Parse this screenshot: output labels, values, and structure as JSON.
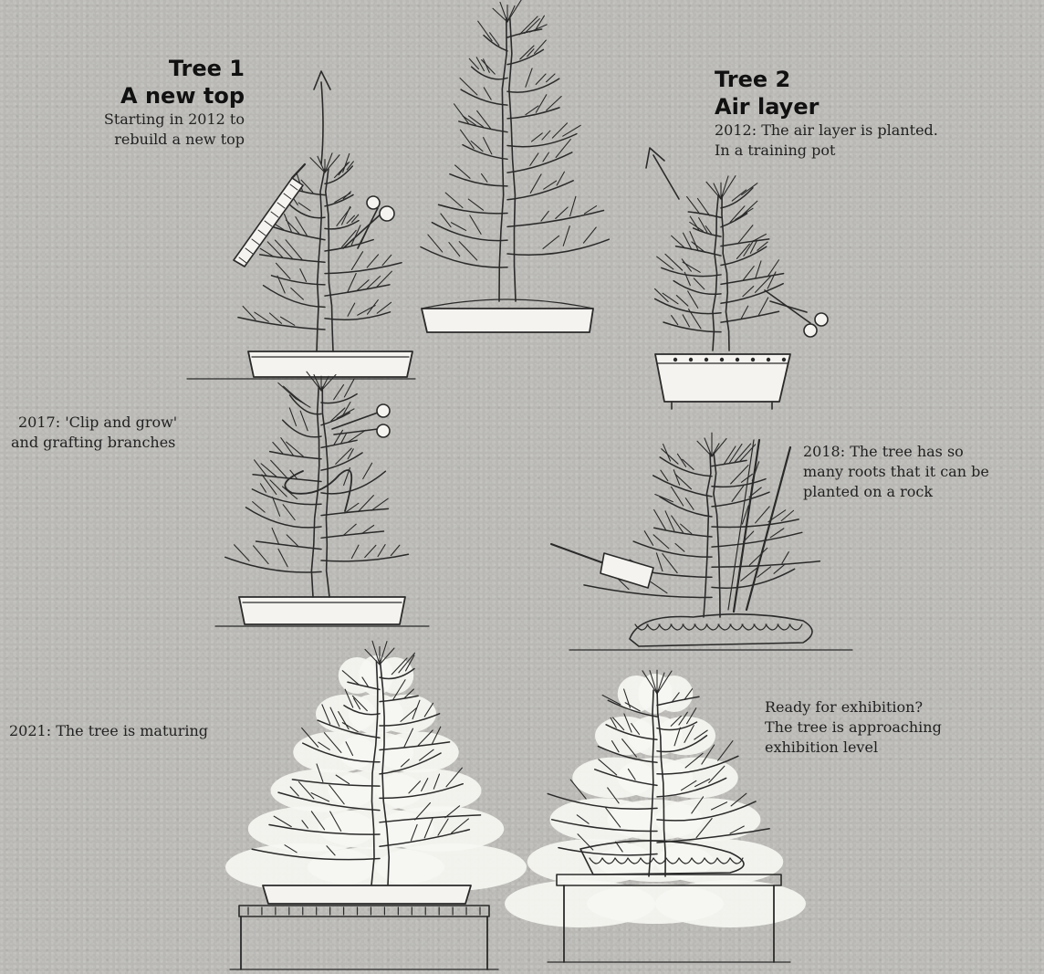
{
  "tree1": {
    "title": "Tree 1",
    "subtitle": "A new top",
    "caption_lines": [
      "Starting in 2012 to",
      "rebuild a new top"
    ]
  },
  "tree2": {
    "title": "Tree 2",
    "subtitle": "Air layer",
    "caption_lines": [
      "2012:  The air layer is planted.",
      "In a training pot"
    ]
  },
  "stage_2017": {
    "lines": [
      "2017: 'Clip and grow'",
      "and grafting branches"
    ]
  },
  "stage_2018": {
    "lines": [
      "2018: The tree has so",
      "many roots that it can be",
      "planted on a rock"
    ]
  },
  "stage_2021": {
    "lines": [
      "2021:  The tree is maturing"
    ]
  },
  "stage_exhibition": {
    "lines": [
      "Ready for exhibition?",
      "The tree is approaching",
      "exhibition level"
    ]
  },
  "colors": {
    "ink": "#2a2a2a",
    "paper": "#b9b8b4",
    "pot_fill": "#f4f3ef",
    "foliage": "#f6f6f2"
  },
  "drawings": [
    {
      "kind": "tree",
      "name": "tree1-2012-sketch",
      "shape": "bare"
    },
    {
      "kind": "tree",
      "name": "tree1-tall-sketch",
      "shape": "tall"
    },
    {
      "kind": "tree",
      "name": "tree2-2012-sketch",
      "shape": "bare-small"
    },
    {
      "kind": "tree",
      "name": "tree1-2017-sketch",
      "shape": "bare"
    },
    {
      "kind": "tree",
      "name": "tree2-2018-sketch",
      "shape": "rock"
    },
    {
      "kind": "tree",
      "name": "tree1-2021-sketch",
      "shape": "foliage"
    },
    {
      "kind": "tree",
      "name": "tree2-exhibition-sketch",
      "shape": "foliage-wide"
    }
  ],
  "icons": [
    "saw-icon",
    "scissors-icon",
    "arrow-up-icon",
    "shovel-icon",
    "rod-icon",
    "stand-icon"
  ]
}
